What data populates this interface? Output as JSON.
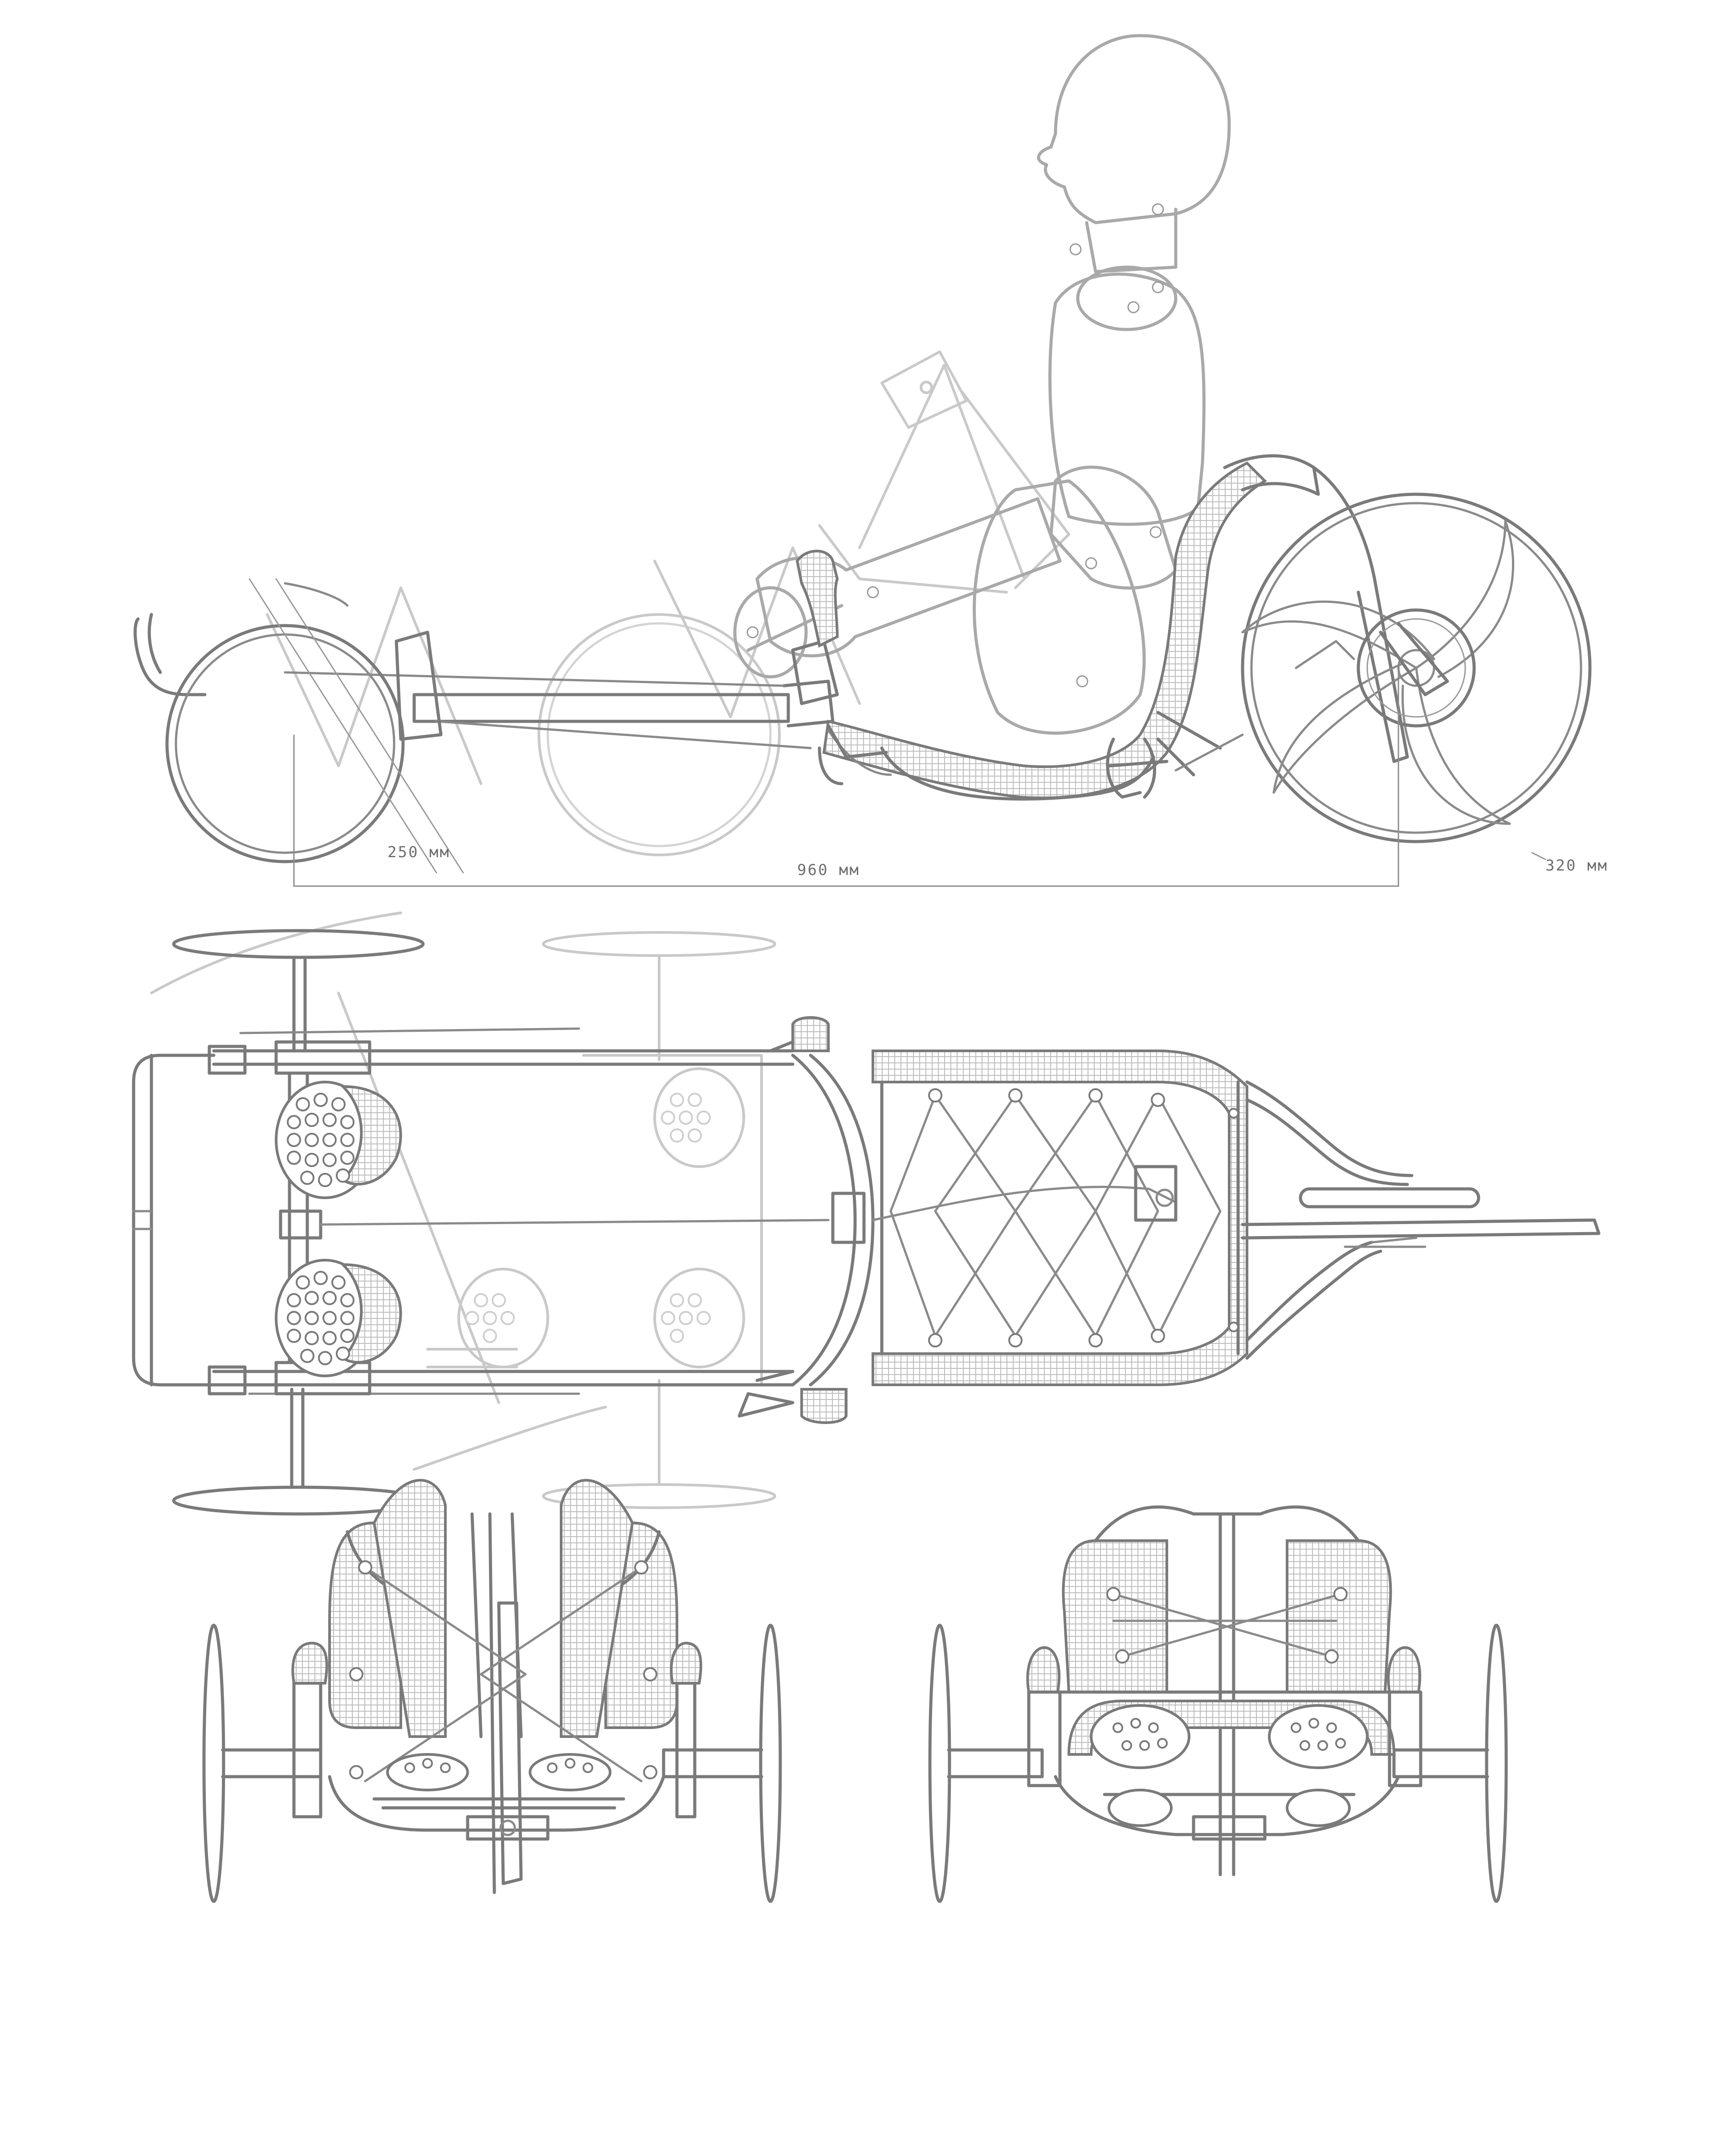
{
  "dimensions": {
    "front_wheel": "250 мм",
    "wheelbase": "960 мм",
    "rear_wheel": "320 мм"
  },
  "icons": {
    "side_view": "side-elevation-drawing",
    "top_view": "plan-view-drawing",
    "front_view": "front-elevation-drawing",
    "rear_view": "rear-elevation-drawing"
  },
  "colors": {
    "line": "#7a7a7a",
    "ghost": "#c9c9c9",
    "figure": "#a9a9a9",
    "background": "#ffffff"
  }
}
